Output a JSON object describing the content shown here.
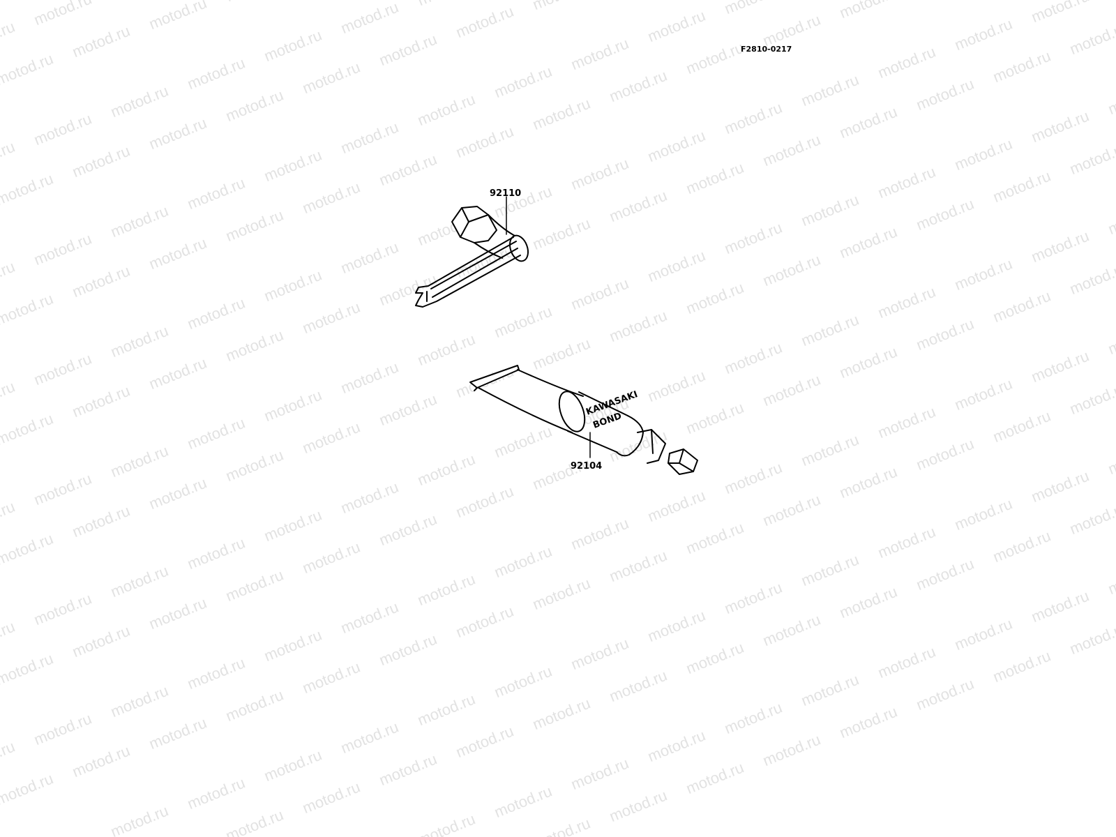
{
  "figure_code": "F2810-0217",
  "watermark": "motod.ru",
  "parts": [
    {
      "part_number": "92110",
      "icon": "spark-plug-wrench-icon"
    },
    {
      "part_number": "92104",
      "icon": "grease-tube-icon",
      "tube_text": [
        "KAWASAKI",
        "BOND"
      ]
    }
  ]
}
